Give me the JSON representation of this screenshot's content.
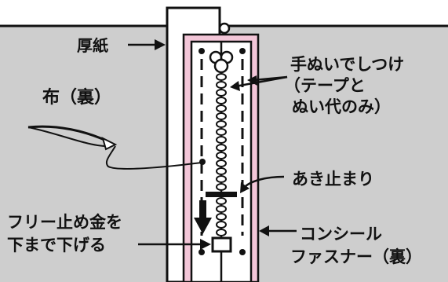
{
  "colors": {
    "fabric": "#cecece",
    "pink_tape": "#f3c6d8",
    "cardboard": "#ffffff",
    "line": "#111111"
  },
  "labels": {
    "cardboard": "厚紙",
    "fabric_back": "布（裏）",
    "hand_basting": [
      "手ぬいでしつけ",
      "（テープと",
      "ぬい代のみ）"
    ],
    "stopper_point": "あき止まり",
    "slider_instruction": [
      "フリー止め金を",
      "下まで下げる"
    ],
    "concealed_zipper": [
      "コンシール",
      "ファスナー（裏）"
    ]
  },
  "icons": [
    "needle-icon",
    "down-arrow-icon"
  ]
}
